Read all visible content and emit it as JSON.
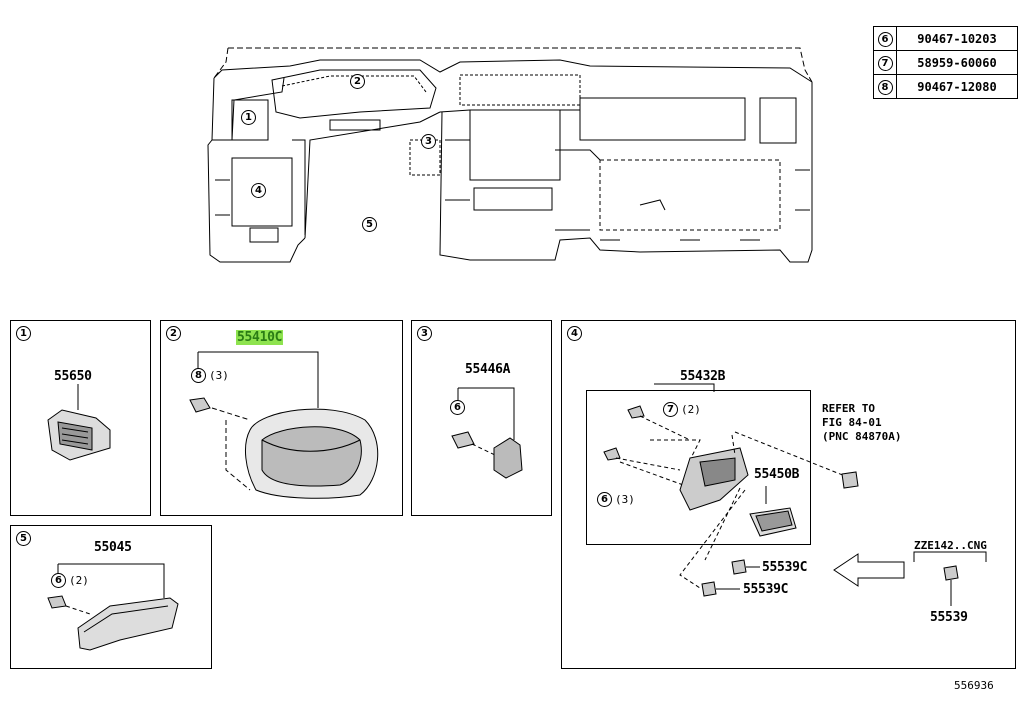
{
  "reference_table": [
    {
      "key": "6",
      "part": "90467-10203"
    },
    {
      "key": "7",
      "part": "58959-60060"
    },
    {
      "key": "8",
      "part": "90467-12080"
    }
  ],
  "overview_callouts": [
    "1",
    "2",
    "3",
    "4",
    "5"
  ],
  "panels": {
    "p1": {
      "key": "1",
      "part": "55650"
    },
    "p2": {
      "key": "2",
      "part": "55410C",
      "fastener_key": "8",
      "fastener_qty": "(3)"
    },
    "p3": {
      "key": "3",
      "part": "55446A",
      "fastener_key": "6"
    },
    "p4": {
      "key": "4",
      "part_main": "55432B",
      "part_box": "55450B",
      "part_clip_1": "55539C",
      "part_clip_2": "55539C",
      "part_clip_alt": "55539",
      "fastener_a_key": "7",
      "fastener_a_qty": "(2)",
      "fastener_b_key": "6",
      "fastener_b_qty": "(3)",
      "refer_line1": "REFER TO",
      "refer_line2": "FIG 84-01",
      "refer_line3": "(PNC 84870A)",
      "model_label": "ZZE142..CNG"
    },
    "p5": {
      "key": "5",
      "part": "55045",
      "fastener_key": "6",
      "fastener_qty": "(2)"
    }
  },
  "illustration_number": "556936"
}
